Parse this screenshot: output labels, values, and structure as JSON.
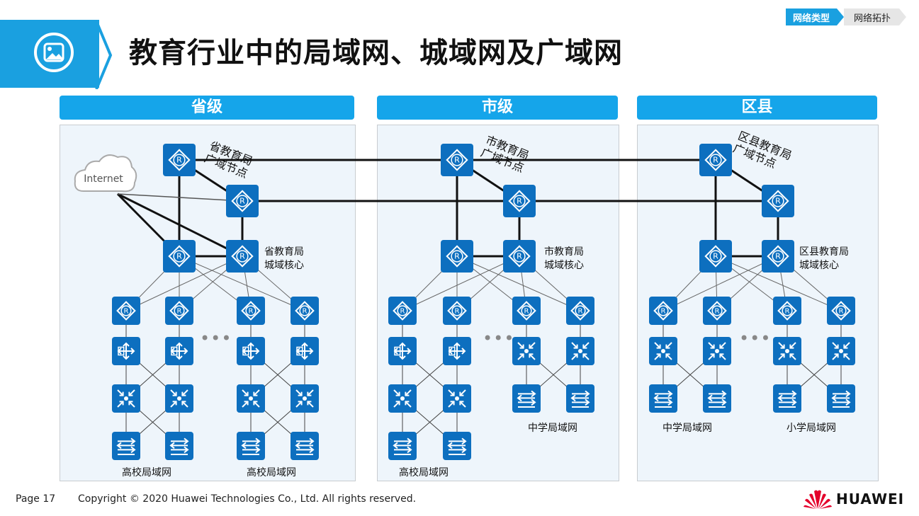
{
  "header": {
    "title": "教育行业中的局域网、城域网及广域网",
    "breadcrumb": [
      "网络类型",
      "网络拓扑"
    ]
  },
  "sections": [
    {
      "heading": "省级"
    },
    {
      "heading": "市级"
    },
    {
      "heading": "区县"
    }
  ],
  "cloud_label": "Internet",
  "labels": {
    "prov_wan": "省教育局\n广域节点",
    "city_wan": "市教育局\n广域节点",
    "dist_wan": "区县教育局\n广域节点",
    "prov_man": [
      "省教育局",
      "城域核心"
    ],
    "city_man": [
      "市教育局",
      "城域核心"
    ],
    "dist_man": [
      "区县教育局",
      "城域核心"
    ],
    "univ_lan_1": "高校局域网",
    "univ_lan_2": "高校局域网",
    "univ_lan_3": "高校局域网",
    "middle_lan_1": "中学局域网",
    "middle_lan_2": "中学局域网",
    "primary_lan": "小学局域网",
    "ellipsis": "•••"
  },
  "footer": {
    "page": "Page 17",
    "copyright": "Copyright © 2020 Huawei Technologies  Co., Ltd. All rights reserved.",
    "brand": "HUAWEI"
  },
  "colors": {
    "accent": "#1aa0e0",
    "device": "#0d6fbf",
    "section_bg": "#eef5fb",
    "logo": "#e4002b"
  }
}
